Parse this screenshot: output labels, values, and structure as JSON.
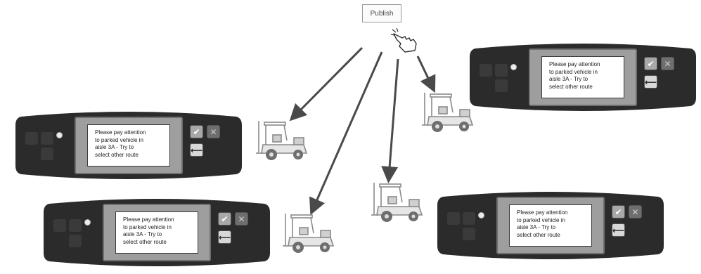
{
  "publish_button": {
    "label": "Publish"
  },
  "icons": {
    "pointer": "hand-pointer-icon",
    "vehicle": "forklift-icon",
    "confirm": "check-icon",
    "cancel": "close-icon",
    "back": "back-arrow-icon"
  },
  "terminals": [
    {
      "message": "Please pay attention\nto parked vehicle in\naisle 3A - Try to\nselect other route",
      "ok_glyph": "✔",
      "cancel_glyph": "✕",
      "back_glyph": "⟵"
    },
    {
      "message": "Please pay attention\nto parked vehicle in\naisle 3A - Try to\nselect other route",
      "ok_glyph": "✔",
      "cancel_glyph": "✕",
      "back_glyph": "⟵"
    },
    {
      "message": "Please pay attention\nto parked vehicle in\naisle 3A - Try to\nselect other route",
      "ok_glyph": "✔",
      "cancel_glyph": "✕",
      "back_glyph": "⟵"
    },
    {
      "message": "Please pay attention\nto parked vehicle in\naisle 3A - Try to\nselect other route",
      "ok_glyph": "✔",
      "cancel_glyph": "✕",
      "back_glyph": "⟵"
    }
  ],
  "colors": {
    "terminal_body": "#2b2b2b",
    "arrow": "#4a4a4a",
    "forklift": "#8a8a8a"
  }
}
